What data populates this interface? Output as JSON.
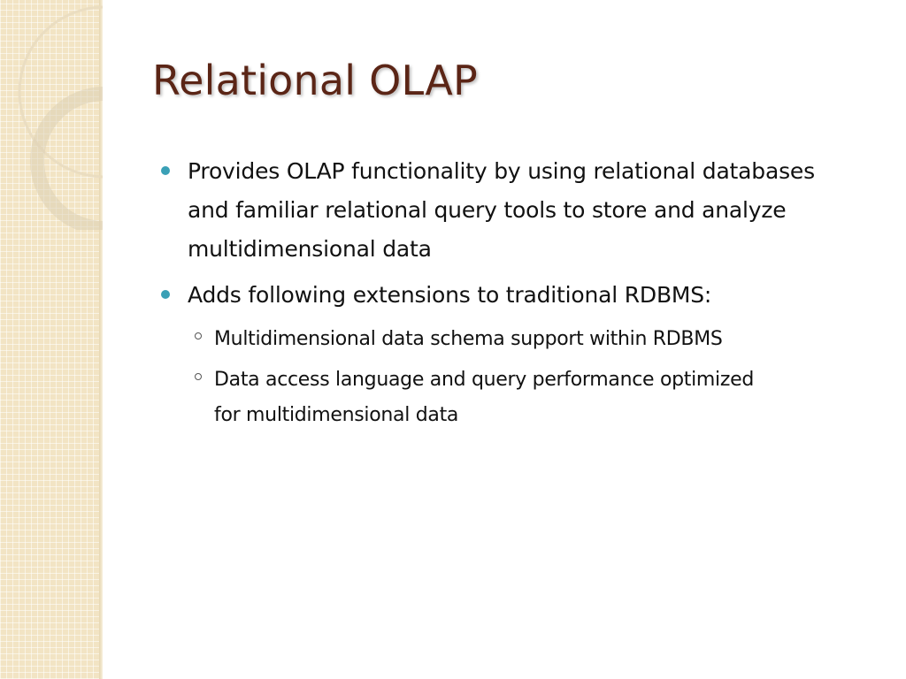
{
  "slide": {
    "title": "Relational OLAP",
    "bullets": [
      {
        "text": "Provides OLAP functionality by using relational databases and familiar relational query tools to store and analyze multidimensional data"
      },
      {
        "text": "Adds following extensions to traditional RDBMS:",
        "sub_bullets": [
          "Multidimensional data schema support within RDBMS",
          "Data access language and query performance optimized for multidimensional data"
        ]
      }
    ]
  },
  "theme": {
    "title_color": "#5b2516",
    "bullet_color": "#3aa0b6",
    "side_panel_color": "#f2e4c4"
  }
}
